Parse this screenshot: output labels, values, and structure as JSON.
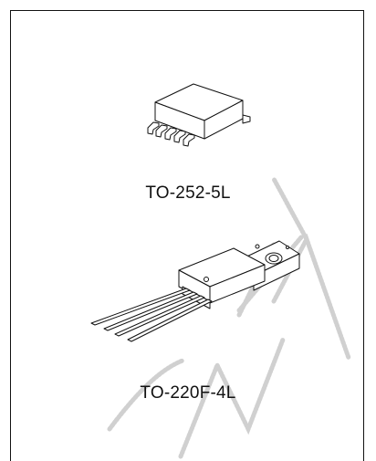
{
  "packages": [
    {
      "label": "TO-252-5L",
      "icon": "to-252-5l-package-icon"
    },
    {
      "label": "TO-220F-4L",
      "icon": "to-220f-4l-package-icon"
    }
  ],
  "watermark": {
    "text": "ONLY",
    "color": "#c8c8c8"
  }
}
